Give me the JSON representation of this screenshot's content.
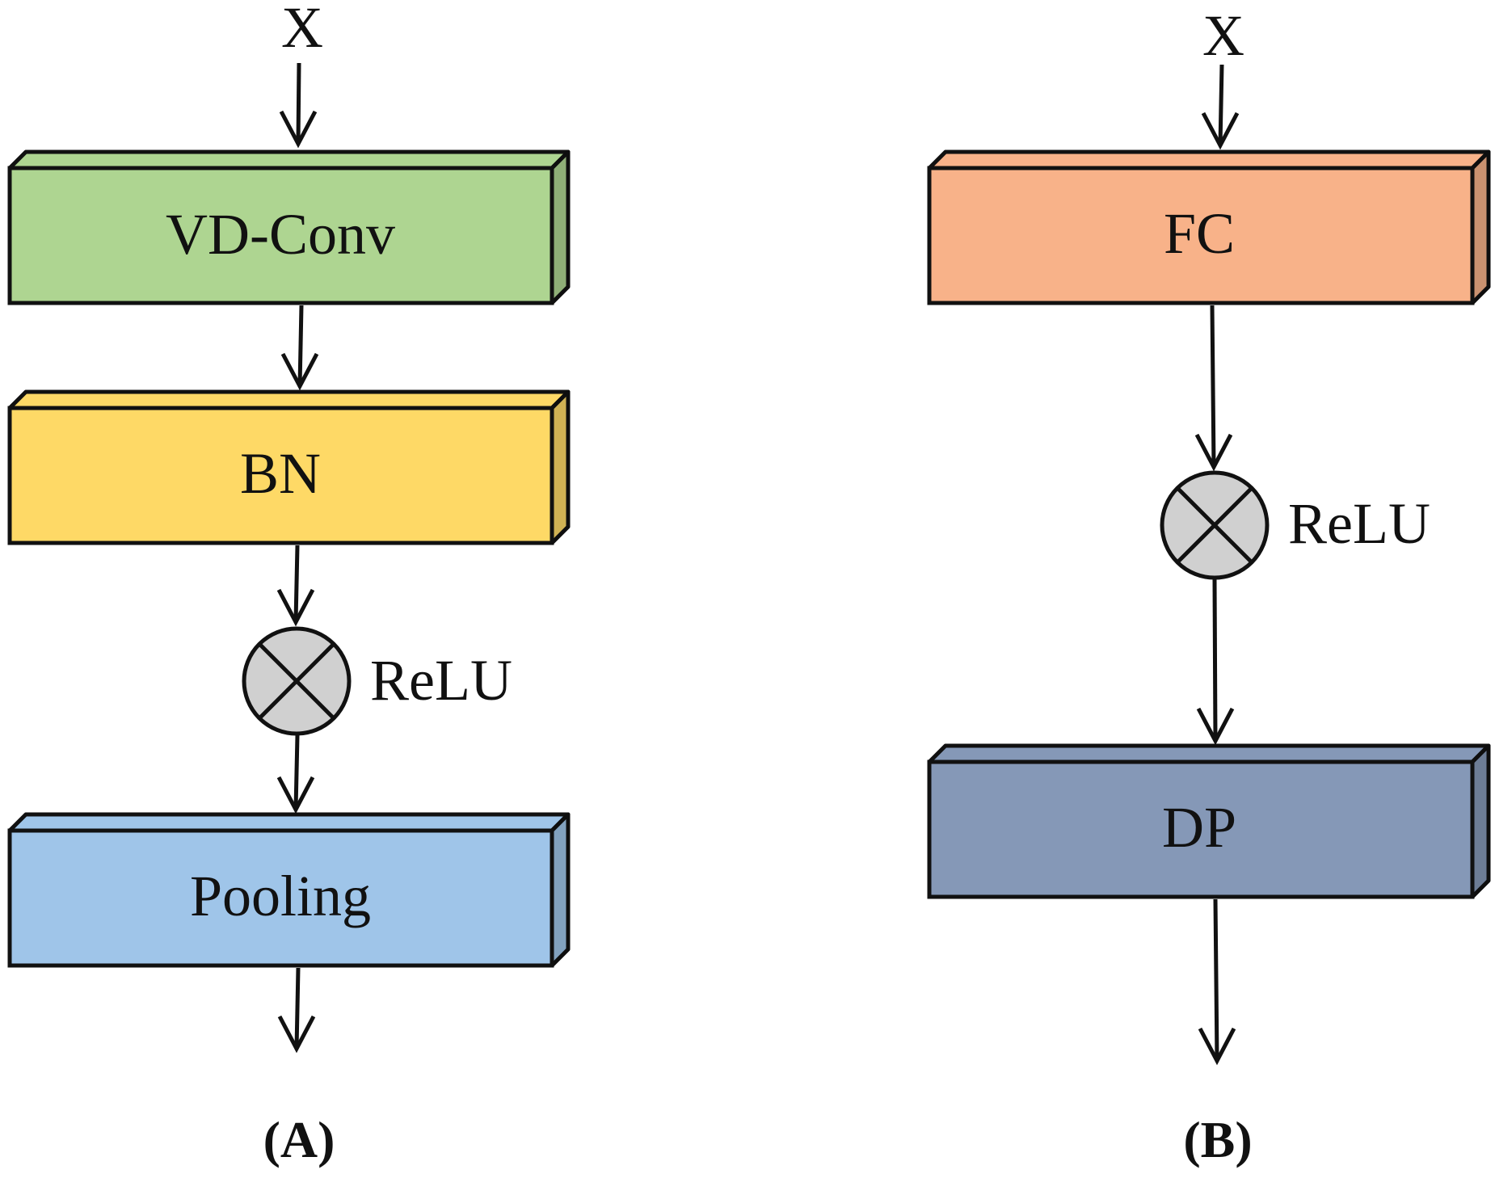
{
  "colors": {
    "vdconv": "#aed591",
    "bn": "#fed966",
    "pooling": "#9fc5e9",
    "fc": "#f8b289",
    "dp": "#8598b7",
    "relu": "#d0d0d0",
    "stroke": "#111111"
  },
  "panel_a": {
    "input_label": "X",
    "blocks": [
      "VD-Conv",
      "BN",
      "Pooling"
    ],
    "activation": "ReLU",
    "caption": "(A)"
  },
  "panel_b": {
    "input_label": "X",
    "blocks": [
      "FC",
      "DP"
    ],
    "activation": "ReLU",
    "caption": "(B)"
  }
}
